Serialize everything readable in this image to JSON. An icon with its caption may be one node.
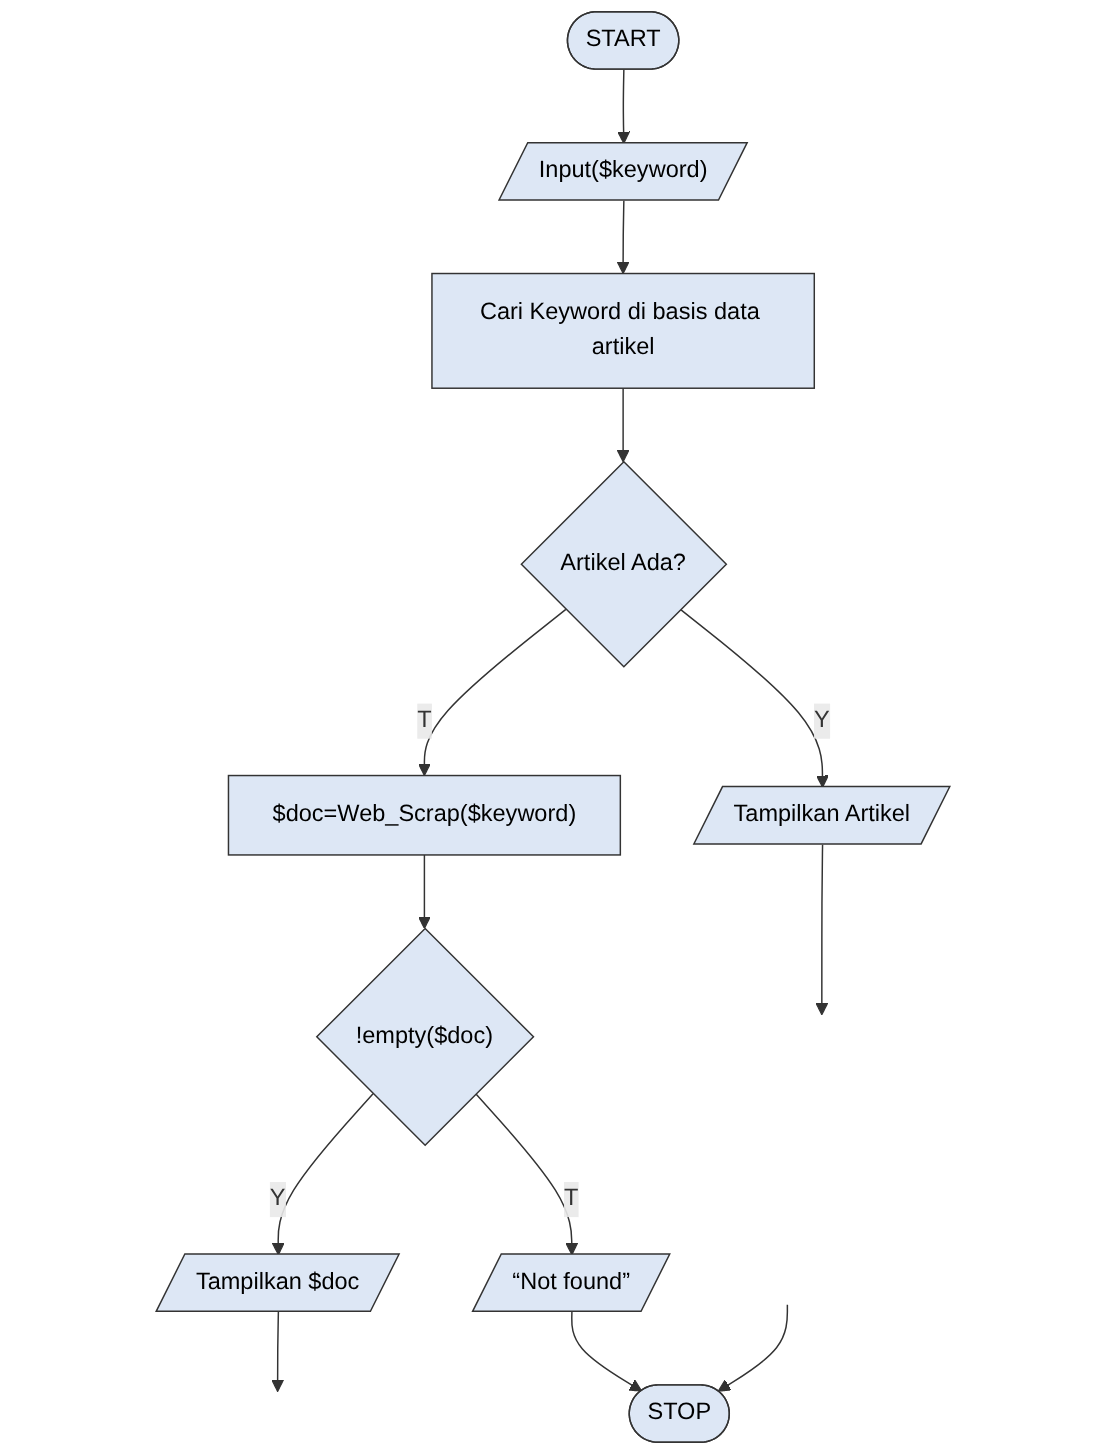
{
  "diagram": {
    "nodes": [
      {
        "text": [
          "START"
        ]
      },
      {
        "text": [
          "Input($keyword)"
        ]
      },
      {
        "text": [
          "Cari Keyword di basis data artikel"
        ]
      },
      {
        "text": [
          "Artikel Ada?"
        ]
      },
      {
        "text": [
          "Tampilkan Artikel"
        ]
      },
      {
        "text": [
          "$doc=Web_Scrap($keyword)"
        ]
      },
      {
        "text": [
          "!empty($doc)"
        ]
      },
      {
        "text": [
          "Tampilkan $doc"
        ]
      },
      {
        "text": [
          "“Not found”"
        ]
      },
      {
        "text": [
          "STOP"
        ]
      }
    ],
    "edges": [
      {
        "from": 0,
        "to": 1,
        "arrow": "to"
      },
      {
        "from": 1,
        "to": 2,
        "arrow": "to"
      },
      {
        "from": 2,
        "to": 3,
        "arrow": "to"
      },
      {
        "from": 3,
        "to": 4,
        "label": "Y",
        "arrow": "to"
      },
      {
        "from": 4,
        "to": null,
        "arrow": "to"
      },
      {
        "from": 3,
        "to": 5,
        "label": "T",
        "arrow": "to"
      },
      {
        "from": 5,
        "to": 6,
        "arrow": "to"
      },
      {
        "from": 6,
        "to": 7,
        "label": "Y",
        "arrow": "to"
      },
      {
        "from": 7,
        "to": null,
        "arrow": "to"
      },
      {
        "from": 6,
        "to": 8,
        "label": "T",
        "arrow": "to"
      },
      {
        "from": 8,
        "to": 9,
        "arrow": "to"
      },
      {
        "from": null,
        "to": 9,
        "arrow": "to"
      }
    ]
  }
}
